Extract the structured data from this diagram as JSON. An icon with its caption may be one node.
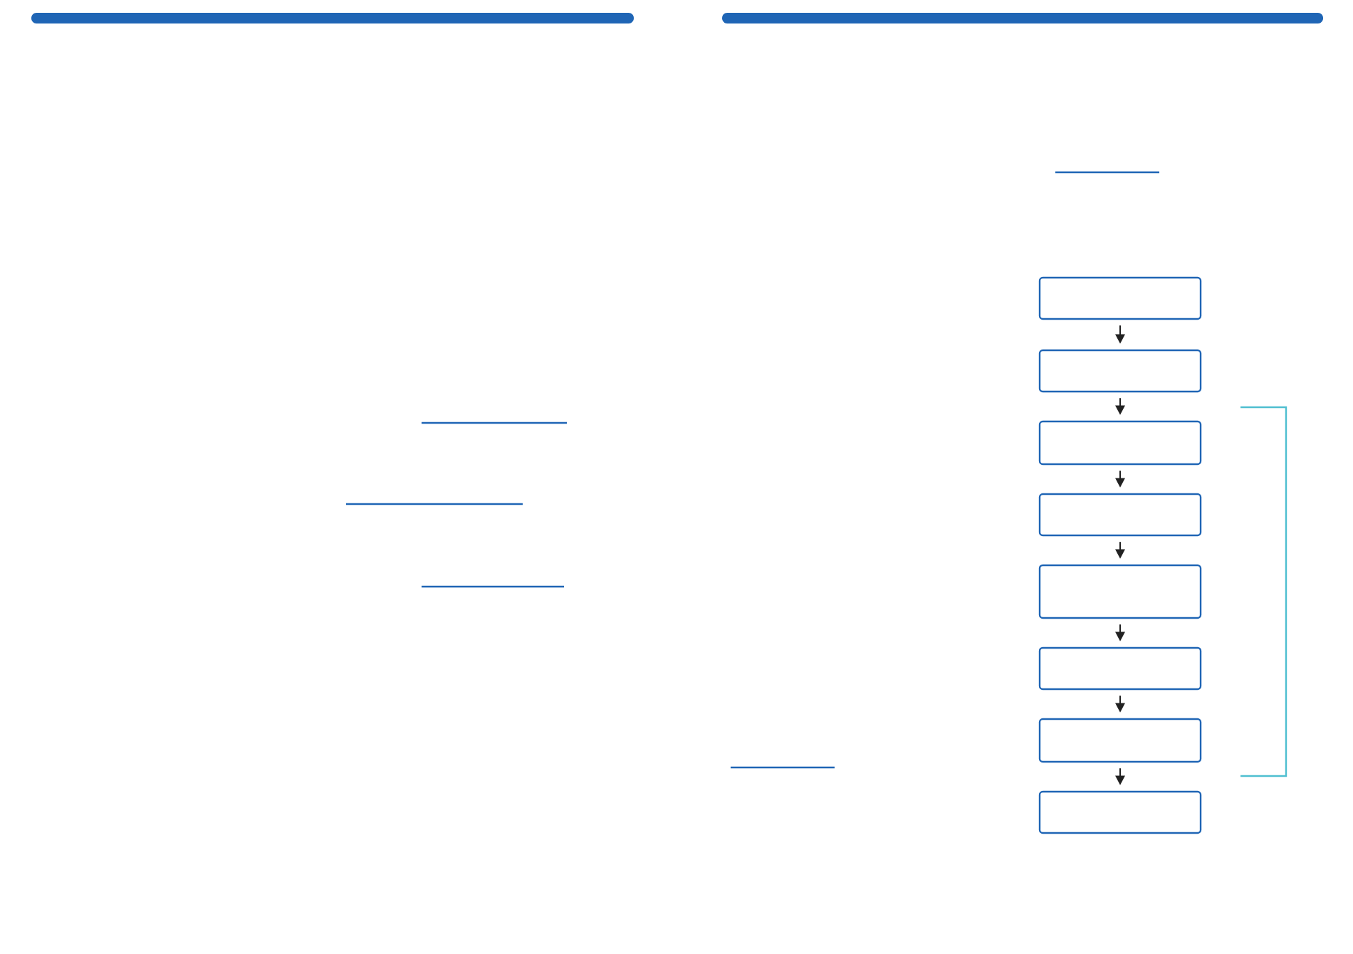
{
  "diagram": {
    "nodes": [
      {
        "text": [],
        "shape": "box"
      },
      {
        "text": [],
        "shape": "box"
      },
      {
        "text": [],
        "shape": "box"
      },
      {
        "text": [],
        "shape": "box"
      },
      {
        "text": [],
        "shape": "box"
      },
      {
        "text": [],
        "shape": "box"
      },
      {
        "text": [],
        "shape": "box"
      },
      {
        "text": [],
        "shape": "box"
      }
    ],
    "edges": [
      {
        "from": 0,
        "to": 1,
        "arrow": "to"
      },
      {
        "from": 1,
        "to": 2,
        "arrow": "to"
      },
      {
        "from": 2,
        "to": 3,
        "arrow": "to"
      },
      {
        "from": 3,
        "to": 4,
        "arrow": "to"
      },
      {
        "from": 4,
        "to": 5,
        "arrow": "to"
      },
      {
        "from": 5,
        "to": 6,
        "arrow": "to"
      },
      {
        "from": 6,
        "to": 7,
        "arrow": "to"
      }
    ]
  }
}
